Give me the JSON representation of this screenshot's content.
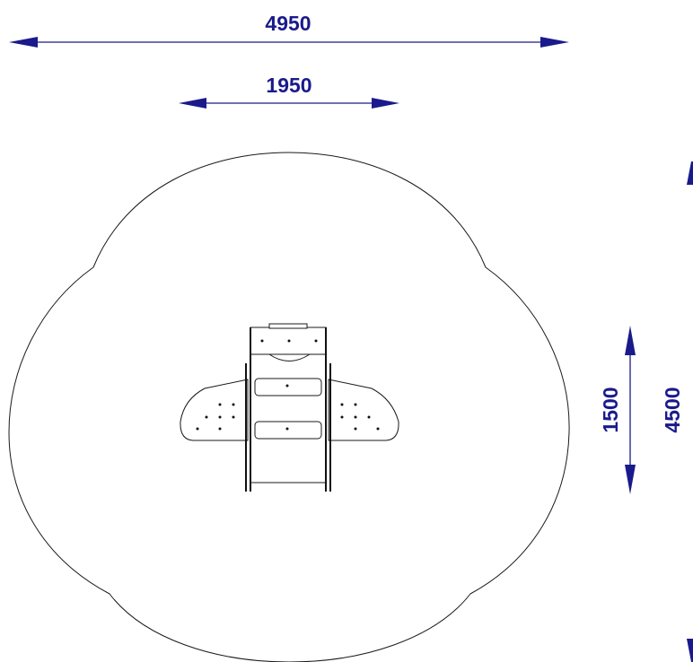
{
  "dimensions": {
    "overall_width": "4950",
    "inner_width": "1950",
    "inner_height": "1500",
    "overall_height": "4500"
  },
  "colors": {
    "dimension": "#1a1a8c",
    "outline": "#1a1a1a"
  }
}
